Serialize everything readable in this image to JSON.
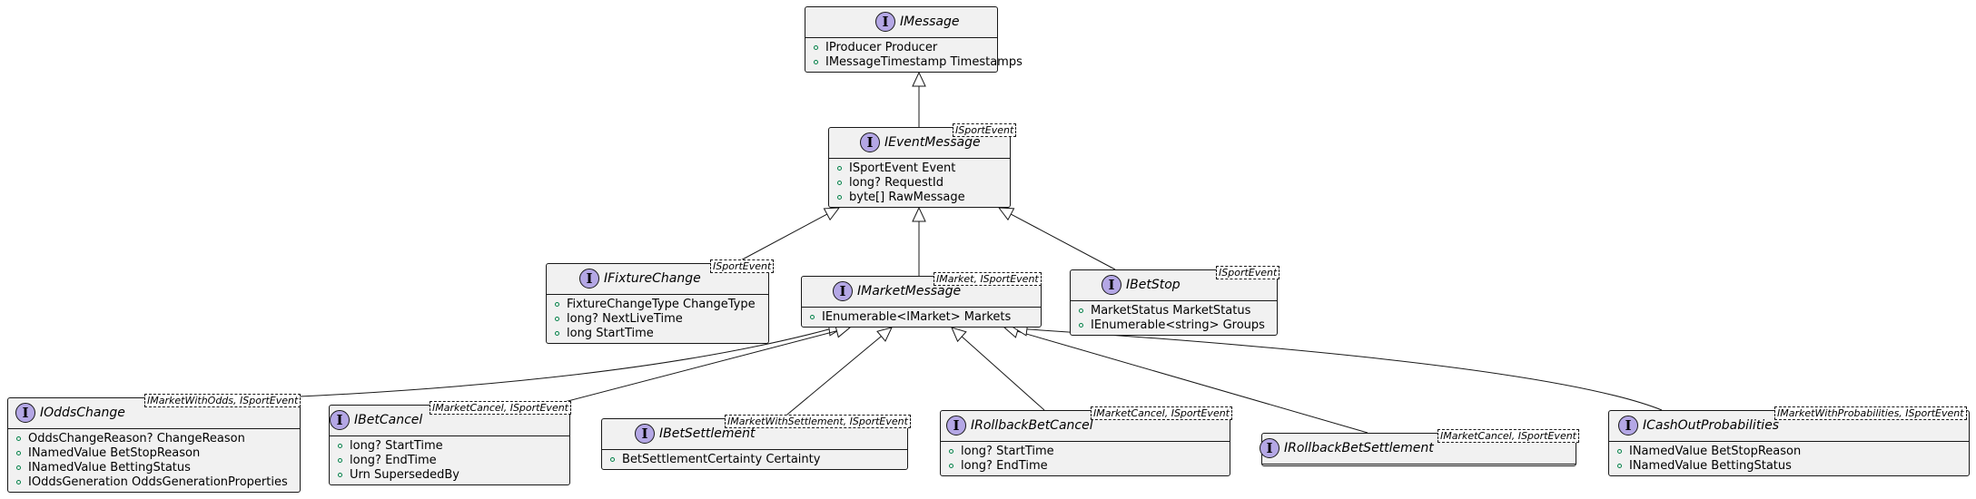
{
  "diagram": {
    "nodes": [
      {
        "id": "IMessage",
        "name": "IMessage",
        "generic": "",
        "members": [
          "IProducer Producer",
          "IMessageTimestamp Timestamps"
        ]
      },
      {
        "id": "IEventMessage",
        "name": "IEventMessage",
        "generic": "ISportEvent",
        "members": [
          "ISportEvent Event",
          "long? RequestId",
          "byte[] RawMessage"
        ]
      },
      {
        "id": "IFixtureChange",
        "name": "IFixtureChange",
        "generic": "ISportEvent",
        "members": [
          "FixtureChangeType ChangeType",
          "long? NextLiveTime",
          "long StartTime"
        ]
      },
      {
        "id": "IMarketMessage",
        "name": "IMarketMessage",
        "generic": "IMarket, ISportEvent",
        "members": [
          "IEnumerable<IMarket> Markets"
        ]
      },
      {
        "id": "IBetStop",
        "name": "IBetStop",
        "generic": "ISportEvent",
        "members": [
          "MarketStatus MarketStatus",
          "IEnumerable<string> Groups"
        ]
      },
      {
        "id": "IOddsChange",
        "name": "IOddsChange",
        "generic": "IMarketWithOdds, ISportEvent",
        "members": [
          "OddsChangeReason? ChangeReason",
          "INamedValue BetStopReason",
          "INamedValue BettingStatus",
          "IOddsGeneration OddsGenerationProperties"
        ]
      },
      {
        "id": "IBetCancel",
        "name": "IBetCancel",
        "generic": "IMarketCancel, ISportEvent",
        "members": [
          "long? StartTime",
          "long? EndTime",
          "Urn SupersededBy"
        ]
      },
      {
        "id": "IBetSettlement",
        "name": "IBetSettlement",
        "generic": "IMarketWithSettlement, ISportEvent",
        "members": [
          "BetSettlementCertainty Certainty"
        ]
      },
      {
        "id": "IRollbackBetCancel",
        "name": "IRollbackBetCancel",
        "generic": "IMarketCancel, ISportEvent",
        "members": [
          "long? StartTime",
          "long? EndTime"
        ]
      },
      {
        "id": "IRollbackBetSettlement",
        "name": "IRollbackBetSettlement",
        "generic": "IMarketCancel, ISportEvent",
        "members": []
      },
      {
        "id": "ICashOutProbabilities",
        "name": "ICashOutProbabilities",
        "generic": "IMarketWithProbabilities, ISportEvent",
        "members": [
          "INamedValue BetStopReason",
          "INamedValue BettingStatus"
        ]
      }
    ],
    "edges": [
      {
        "from": "IEventMessage",
        "to": "IMessage"
      },
      {
        "from": "IFixtureChange",
        "to": "IEventMessage"
      },
      {
        "from": "IMarketMessage",
        "to": "IEventMessage"
      },
      {
        "from": "IBetStop",
        "to": "IEventMessage"
      },
      {
        "from": "IOddsChange",
        "to": "IMarketMessage"
      },
      {
        "from": "IBetCancel",
        "to": "IMarketMessage"
      },
      {
        "from": "IBetSettlement",
        "to": "IMarketMessage"
      },
      {
        "from": "IRollbackBetCancel",
        "to": "IMarketMessage"
      },
      {
        "from": "IRollbackBetSettlement",
        "to": "IMarketMessage"
      },
      {
        "from": "ICashOutProbabilities",
        "to": "IMarketMessage"
      }
    ],
    "colors": {
      "interface_badge": "#b4a7e5",
      "box_fill": "#f1f1f1",
      "line": "#181818",
      "public_marker": "#038048"
    }
  }
}
